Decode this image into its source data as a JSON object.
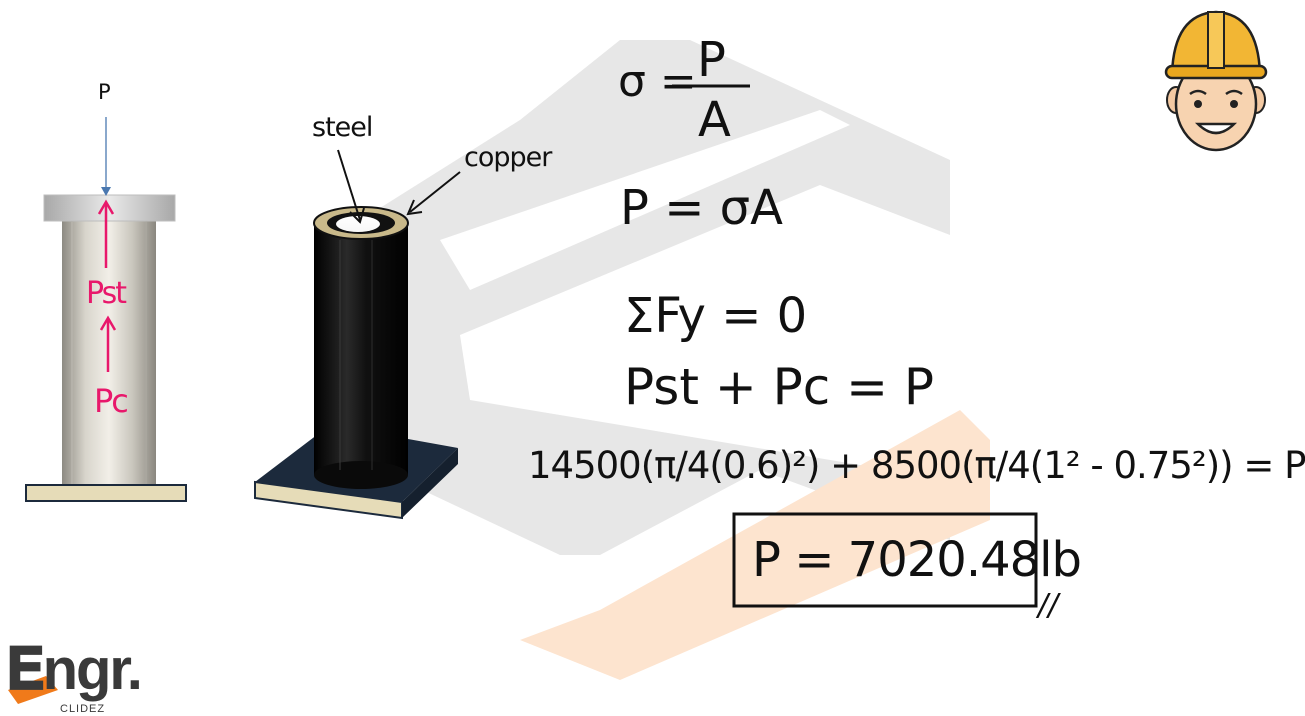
{
  "left_diagram": {
    "load_label": "P",
    "steel_force_label": "Pst",
    "copper_force_label": "Pc"
  },
  "iso_diagram": {
    "steel_label": "steel",
    "copper_label": "copper"
  },
  "equations": {
    "stress_lhs": "σ =",
    "stress_num": "P",
    "stress_den": "A",
    "force": "P = σA",
    "equilibrium": "ΣFy = 0",
    "sum": "Pst + Pc = P",
    "substitution": "14500(π/4(0.6)²) + 8500(π/4(1² - 0.75²)) = P",
    "result": "P = 7020.48lb",
    "end_mark": "//"
  },
  "branding": {
    "logo_text": "ngr.",
    "logo_sub": "CLIDEZ"
  },
  "colors": {
    "force_arrow": "#e8186b",
    "load_arrow": "#4a78b0",
    "base_plate": "#e6dcb8",
    "dark_base": "#1c2a3c",
    "cylinder": "#111111",
    "copper_ring": "#c9b98a",
    "watermark_gray": "#e5e5e5",
    "watermark_orange": "#fde3cc",
    "logo_accent": "#f07a1a"
  }
}
